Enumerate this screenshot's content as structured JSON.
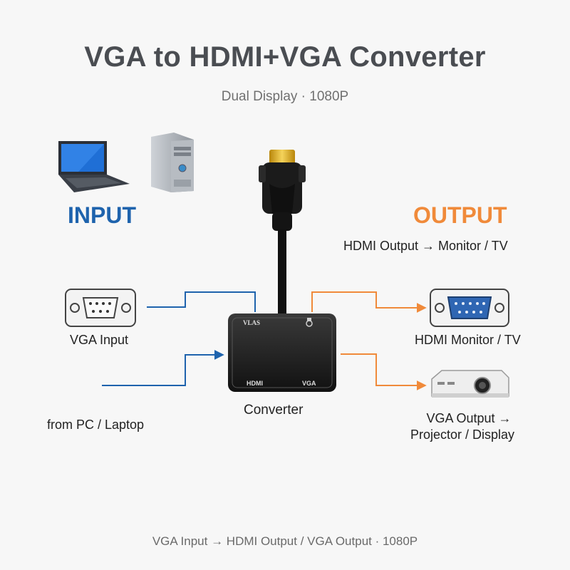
{
  "title": "VGA to HDMI+VGA Converter",
  "subtitle": "Dual Display · 1080P",
  "input": {
    "heading": "INPUT",
    "vga_input_label": "VGA Input",
    "source_label": "from PC / Laptop"
  },
  "output": {
    "heading": "OUTPUT",
    "hdmi_caption": "HDMI Output → Monitor / TV",
    "hdmi_monitor_label": "HDMI Monitor / TV",
    "vga_output_label_line1": "VGA Output →",
    "vga_output_label_line2": "Projector / Display"
  },
  "converter": {
    "label": "Converter",
    "port_vga_top": "VLAS",
    "port_hdmi": "HDMI",
    "port_vga_bottom": "VGA"
  },
  "footer": "VGA Input → HDMI Output / VGA Output · 1080P",
  "colors": {
    "input_blue": "#1e63ad",
    "output_orange": "#f08a3a",
    "title_gray": "#4a4d52"
  }
}
